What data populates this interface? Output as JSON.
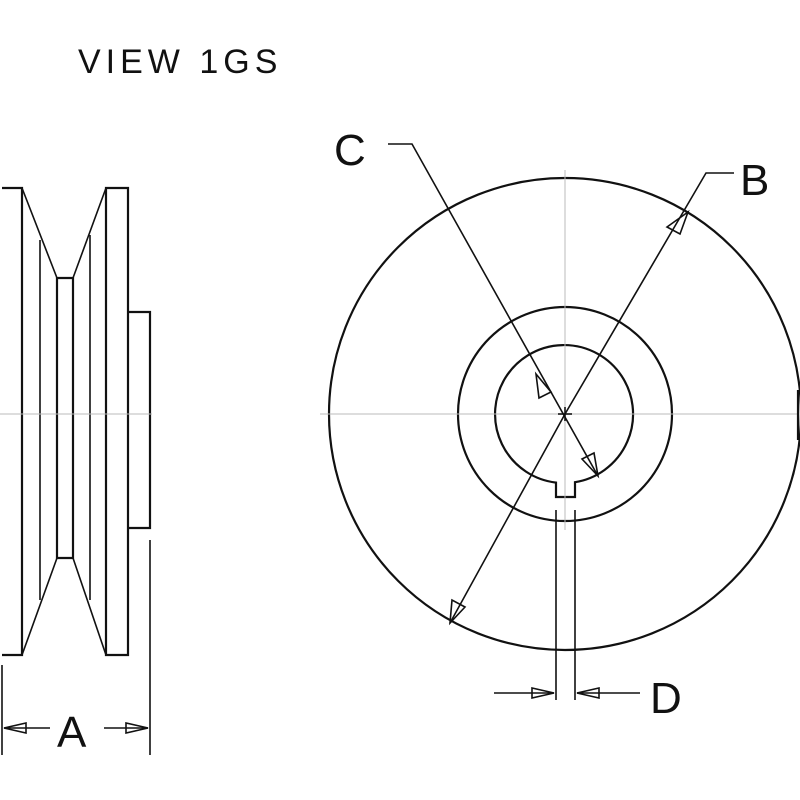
{
  "title": "VIEW  1GS",
  "labels": {
    "a": "A",
    "b": "B",
    "c": "C",
    "d": "D"
  },
  "colors": {
    "ink": "#111111",
    "background": "#ffffff"
  }
}
